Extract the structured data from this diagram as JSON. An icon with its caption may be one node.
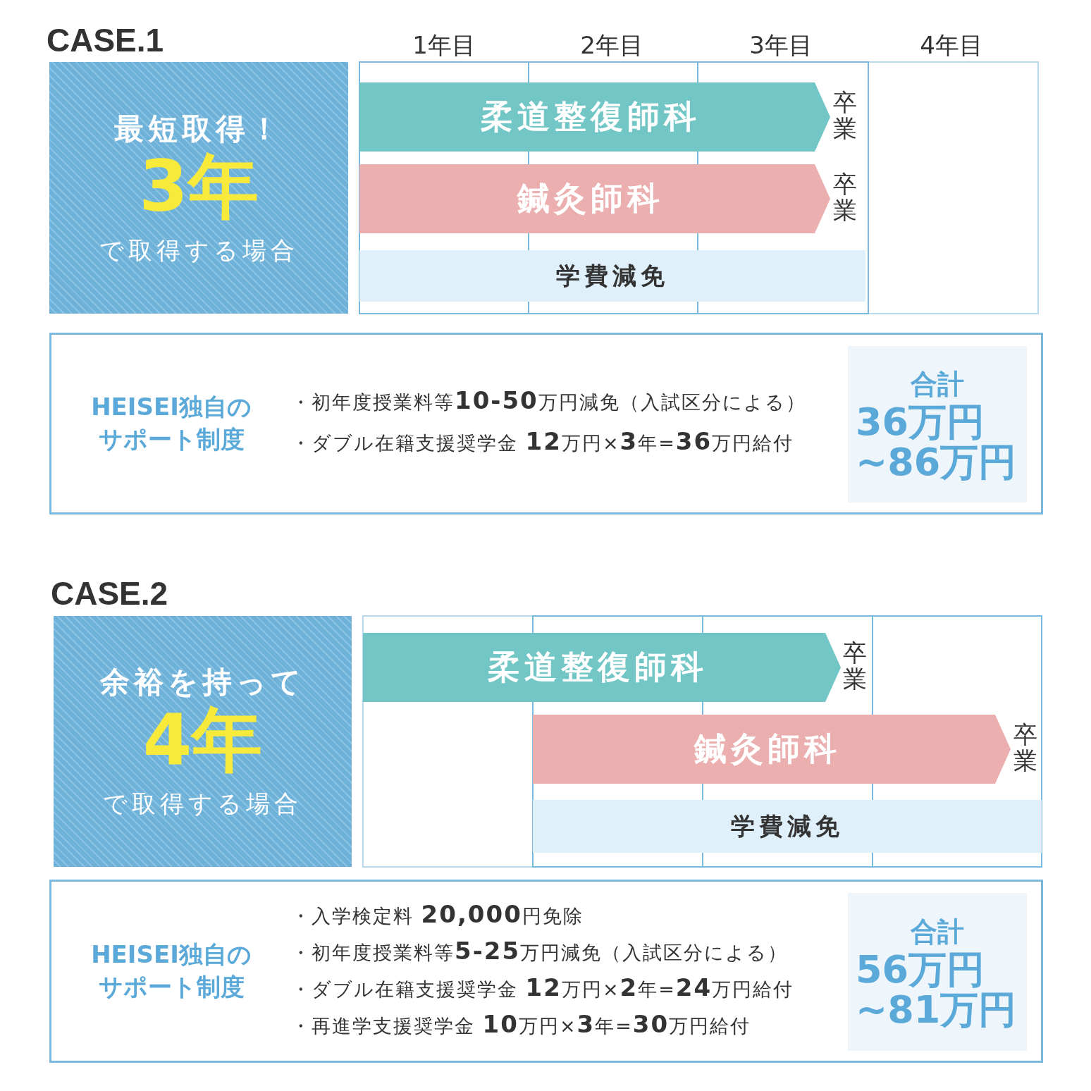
{
  "diagram": {
    "nodes": [
      {
        "text": [
          "最短取得！",
          "3年",
          "で取得する場合"
        ]
      },
      {
        "text": [
          "柔道整復師科"
        ],
        "beside": [
          "卒業"
        ]
      },
      {
        "text": [
          "鍼灸師科"
        ],
        "beside": [
          "卒業"
        ]
      },
      {
        "text": [
          "学費減免"
        ]
      },
      {
        "text": [
          "HEISEI独自のサポート制度",
          "・初年度授業料等**10-50**万円減免（入試区分による）",
          "・ダブル在籍支援奨学金 **12**万円×**3**年=**36**万円給付"
        ]
      },
      {
        "text": [
          "合計",
          "36万円~86万円"
        ],
        "in": 4
      },
      {
        "text": [
          "余裕を持って",
          "4年",
          "で取得する場合"
        ]
      },
      {
        "text": [
          "柔道整復師科"
        ],
        "beside": [
          "卒業"
        ]
      },
      {
        "text": [
          "鍼灸師科"
        ],
        "beside": [
          "卒業"
        ]
      },
      {
        "text": [
          "学費減免"
        ]
      },
      {
        "text": [
          "HEISEI独自のサポート制度",
          "・入学検定料 **20,000**円免除",
          "・初年度授業料等**5-25**万円減免（入試区分による）",
          "・ダブル在籍支援奨学金 **12**万円×**2**年=**24**万円給付",
          "・再進学支援奨学金 **10**万円×**3**年=**30**万円給付"
        ]
      },
      {
        "text": [
          "合計",
          "56万円~81万円"
        ],
        "in": 10
      }
    ],
    "edges": [],
    "labels": [
      "CASE.1",
      "1年目",
      "2年目",
      "3年目",
      "4年目",
      "CASE.2"
    ]
  }
}
